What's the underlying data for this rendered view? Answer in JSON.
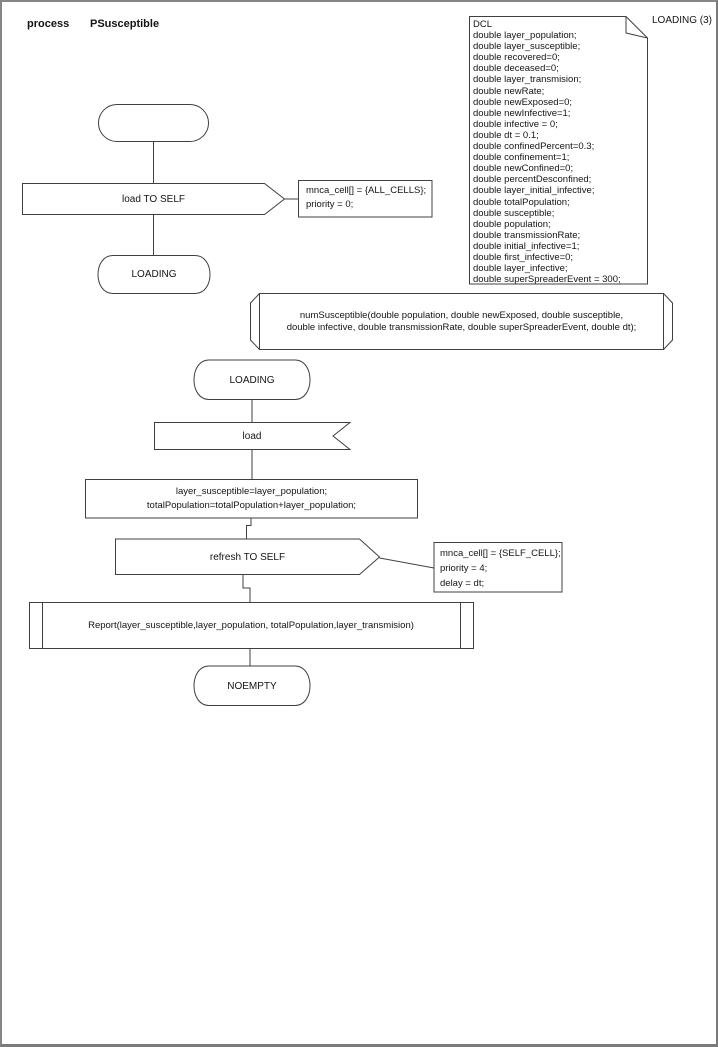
{
  "header": {
    "kind_label": "process",
    "process_name": "PSusceptible"
  },
  "dcl_box": {
    "ref_label": "LOADING (3)",
    "lines": [
      "DCL",
      "double layer_population;",
      "double layer_susceptible;",
      "double recovered=0;",
      "double deceased=0;",
      "double layer_transmision;",
      "double newRate;",
      "double newExposed=0;",
      "double newInfective=1;",
      "double infective = 0;",
      "double dt = 0.1;",
      "double confinedPercent=0.3;",
      "double confinement=1;",
      "double newConfined=0;",
      "double percentDesconfined;",
      "double layer_initial_infective;",
      "double totalPopulation;",
      "double susceptible;",
      "double population;",
      "double transmissionRate;",
      "double initial_infective=1;",
      "double first_infective=0;",
      "double layer_infective;",
      "double superSpreaderEvent = 300;"
    ]
  },
  "transition_start": {
    "output_label": "load TO SELF",
    "comment_lines": [
      "mnca_cell[] = {ALL_CELLS};",
      "priority = 0;"
    ],
    "next_state_label": "LOADING"
  },
  "procedure_declaration": {
    "lines": [
      "numSusceptible(double population, double newExposed, double susceptible,",
      "double infective, double transmissionRate, double superSpreaderEvent, double dt);"
    ]
  },
  "transition_loading": {
    "state_label": "LOADING",
    "input_label": "load",
    "task_lines": [
      "layer_susceptible=layer_population;",
      "totalPopulation=totalPopulation+layer_population;"
    ],
    "output_label": "refresh TO SELF",
    "comment_lines": [
      "mnca_cell[] = {SELF_CELL};",
      "priority = 4;",
      "delay = dt;"
    ],
    "procedure_call_label": "Report(layer_susceptible,layer_population, totalPopulation,layer_transmision)",
    "next_state_label": "NOEMPTY"
  }
}
